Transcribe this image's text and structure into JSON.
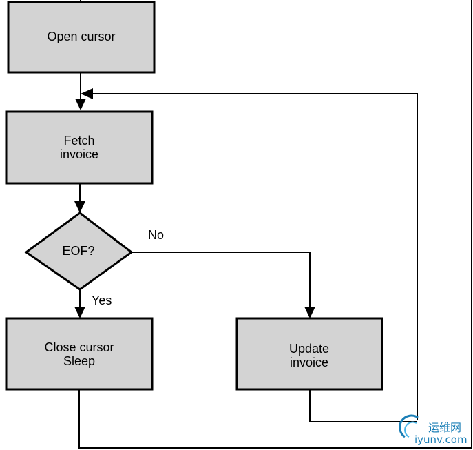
{
  "boxes": {
    "open_cursor": {
      "lines": [
        "Open cursor"
      ]
    },
    "fetch_invoice": {
      "lines": [
        "Fetch",
        "invoice"
      ]
    },
    "eof_decision": {
      "lines": [
        "EOF?"
      ]
    },
    "close_cursor": {
      "lines": [
        "Close cursor",
        "Sleep"
      ]
    },
    "update_invoice": {
      "lines": [
        "Update",
        "invoice"
      ]
    }
  },
  "edge_labels": {
    "no": "No",
    "yes": "Yes"
  },
  "watermark": {
    "site_cn": "运维网",
    "site_url": "iyunv.com"
  },
  "colors": {
    "box_fill": "#d3d3d3",
    "stroke": "#000000",
    "watermark": "#1b7fb6"
  }
}
